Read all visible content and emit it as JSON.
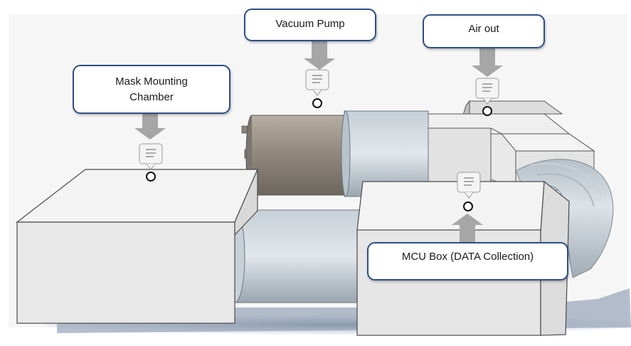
{
  "labels": {
    "mask_chamber": "Mask Mounting\nChamber",
    "vacuum_pump": "Vacuum Pump",
    "air_out": "Air out",
    "mcu_box": "MCU Box (DATA Collection)"
  },
  "icons": {
    "note": "note-icon",
    "pin": "pin-circle-icon",
    "arrow": "arrow-icon"
  },
  "colors": {
    "callout_border": "#2f4f86",
    "arrow": "#a6a6a6",
    "box_face": "#eeeeee",
    "pump_motor": "#8f877d"
  }
}
